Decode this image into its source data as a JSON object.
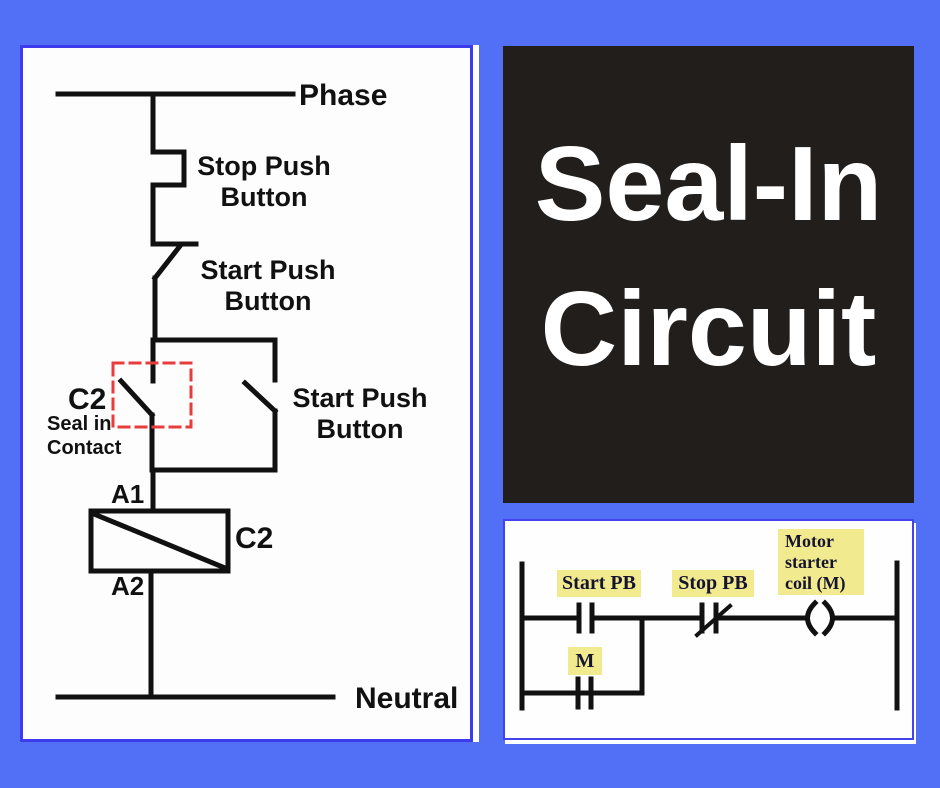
{
  "page": {
    "background_color": "#5170f6",
    "panel_border_color": "#3c3cee"
  },
  "title_panel": {
    "line1": "Seal-In",
    "line2": "Circuit",
    "background_color": "#211e1b",
    "text_color": "#ffffff"
  },
  "schematic": {
    "phase_label": "Phase",
    "stop_push_button_label": "Stop Push Button",
    "start_push_button_label": "Start Push Button",
    "seal_contact_ref": "C2",
    "seal_contact_caption": "Seal in Contact",
    "branch_start_push_button_label": "Start Push Button",
    "coil_terminal_top": "A1",
    "coil_terminal_bottom": "A2",
    "coil_ref": "C2",
    "neutral_label": "Neutral",
    "line_color": "#111111",
    "highlight_box_color": "#e83b3b"
  },
  "ladder": {
    "start_pb_tag": "Start PB",
    "stop_pb_tag": "Stop PB",
    "motor_coil_tag": "Motor starter coil (M)",
    "seal_contact_tag": "M",
    "tag_background_color": "#f2ea8e"
  }
}
